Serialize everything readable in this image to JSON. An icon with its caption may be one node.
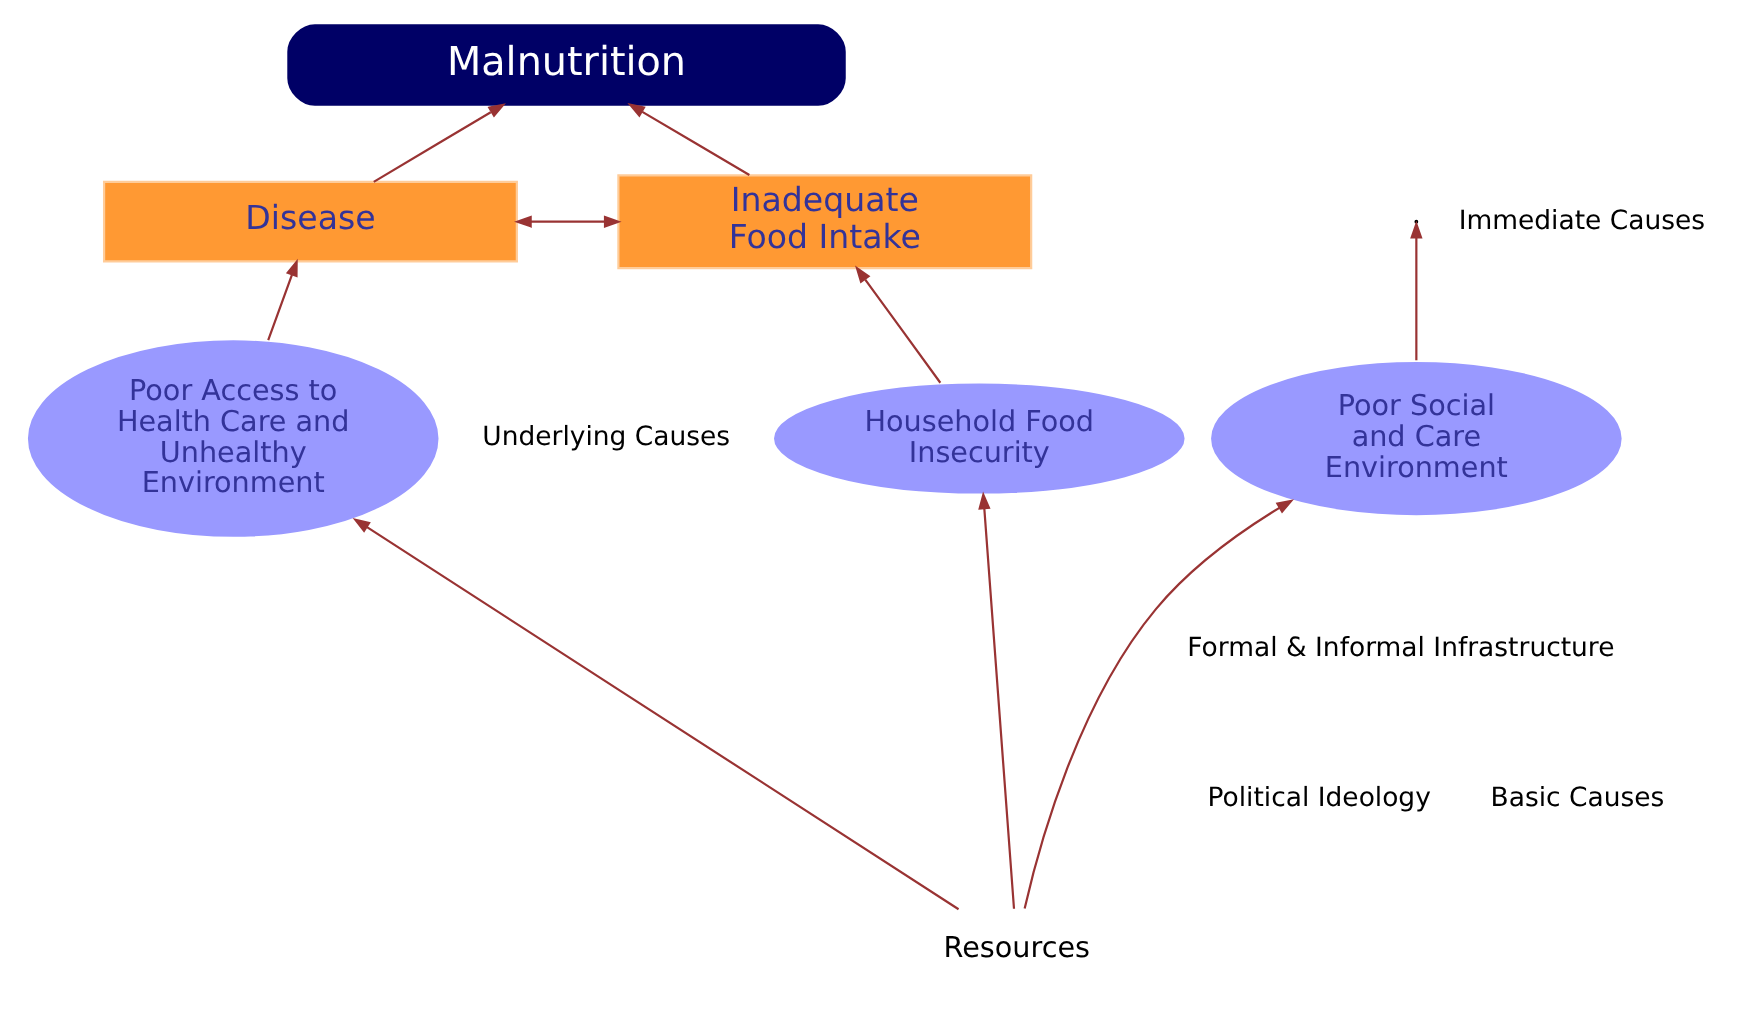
{
  "diagram": {
    "nodes": [
      {
        "text": [
          "Malnutrition"
        ]
      },
      {
        "text": [
          "Inadequate Food Intake"
        ]
      },
      {
        "text": [
          "Disease"
        ]
      },
      {
        "text": [
          "Household Food Insecurity"
        ]
      },
      {
        "text": [
          "Poor Social and Care Environment"
        ]
      },
      {
        "text": [
          "Poor Access to Health Care and Unhealthy Environment"
        ]
      },
      {
        "text": [
          "Resources"
        ]
      }
    ],
    "edges": [
      {
        "from": 1,
        "to": 0,
        "arrow": "to"
      },
      {
        "from": 2,
        "to": 0,
        "arrow": "to"
      },
      {
        "from": 1,
        "to": 2,
        "arrow": "both"
      },
      {
        "from": 3,
        "to": 1,
        "arrow": "to"
      },
      {
        "from": 4,
        "to": null,
        "arrow": "to"
      },
      {
        "from": 5,
        "to": 2,
        "arrow": "to"
      },
      {
        "from": 6,
        "to": 3,
        "arrow": "to"
      },
      {
        "from": 6,
        "to": 4,
        "arrow": "to"
      },
      {
        "from": 6,
        "to": 5,
        "arrow": "to"
      }
    ],
    "labels": [
      "Immediate Causes",
      "Underlying Causes",
      "Basic Causes",
      "Formal & Informal Infrastructure",
      "Political Ideology"
    ]
  }
}
